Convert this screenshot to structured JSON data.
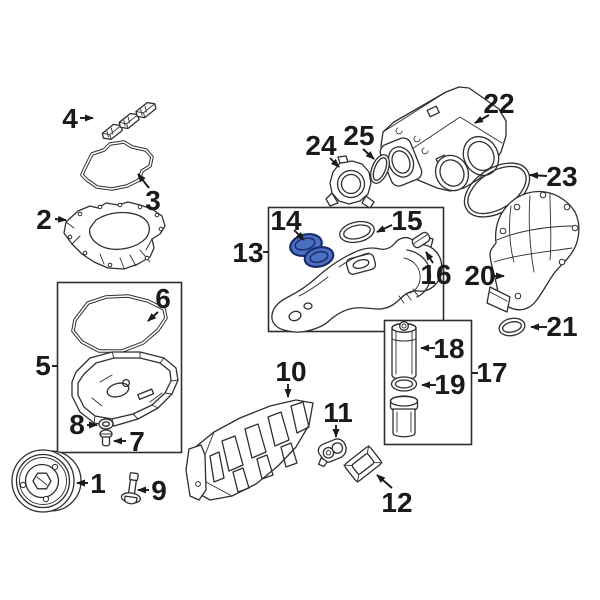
{
  "diagram": {
    "kind": "exploded-parts-diagram",
    "highlighted_callout": "14",
    "colors": {
      "background": "#ffffff",
      "line": "#2f2f2f",
      "label": "#1a1a1a",
      "highlight_fill": "#4a70c4",
      "highlight_stroke": "#1c2b6e"
    },
    "callouts": [
      {
        "num": "1"
      },
      {
        "num": "2"
      },
      {
        "num": "3"
      },
      {
        "num": "4"
      },
      {
        "num": "5"
      },
      {
        "num": "6"
      },
      {
        "num": "7"
      },
      {
        "num": "8"
      },
      {
        "num": "9"
      },
      {
        "num": "10"
      },
      {
        "num": "11"
      },
      {
        "num": "12"
      },
      {
        "num": "13"
      },
      {
        "num": "14"
      },
      {
        "num": "15"
      },
      {
        "num": "16"
      },
      {
        "num": "17"
      },
      {
        "num": "18"
      },
      {
        "num": "19"
      },
      {
        "num": "20"
      },
      {
        "num": "21"
      },
      {
        "num": "22"
      },
      {
        "num": "23"
      },
      {
        "num": "24"
      },
      {
        "num": "25"
      }
    ]
  }
}
